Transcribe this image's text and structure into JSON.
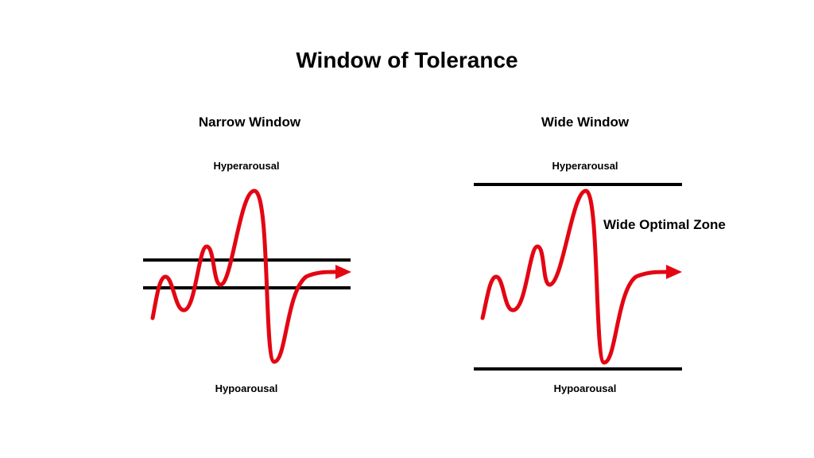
{
  "title": "Window of Tolerance",
  "panels": [
    {
      "name": "Narrow Window",
      "top_label": "Hyperarousal",
      "bottom_label": "Hypoarousal"
    },
    {
      "name": "Wide Window",
      "top_label": "Hyperarousal",
      "bottom_label": "Hypoarousal",
      "zone_label": "Wide Optimal Zone"
    }
  ],
  "colors": {
    "wave": "#e30613",
    "bounds": "#000000",
    "text": "#000000"
  },
  "icons": [
    "arrow-head-icon"
  ]
}
